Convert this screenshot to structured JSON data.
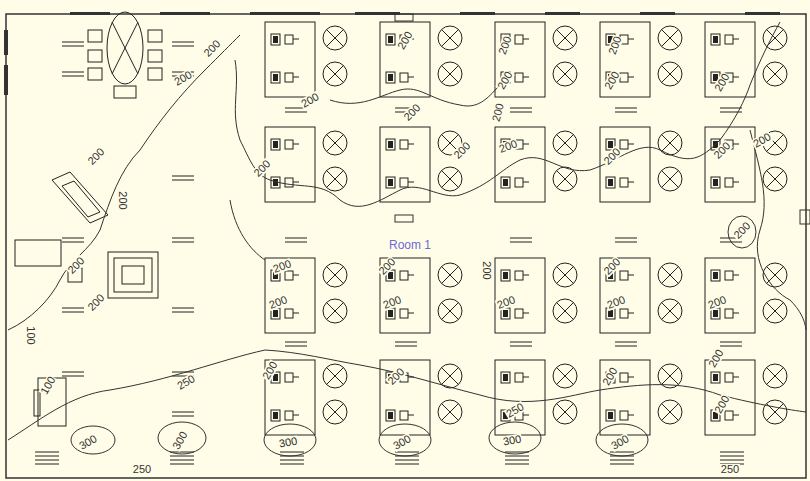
{
  "diagram": {
    "labels": [
      "200",
      "200",
      "200",
      "200",
      "200",
      "200",
      "200",
      "200",
      "200",
      "200",
      "200",
      "200",
      "200",
      "200",
      "200",
      "200",
      "200",
      "200",
      "200",
      "200",
      "Room 1",
      "200",
      "200",
      "100",
      "200",
      "200",
      "200",
      "200",
      "200",
      "200",
      "200",
      "200",
      "200",
      "100",
      "250",
      "200",
      "200",
      "250",
      "200",
      "200",
      "200",
      "300",
      "250",
      "300",
      "300",
      "300",
      "300",
      "300",
      "250"
    ]
  }
}
